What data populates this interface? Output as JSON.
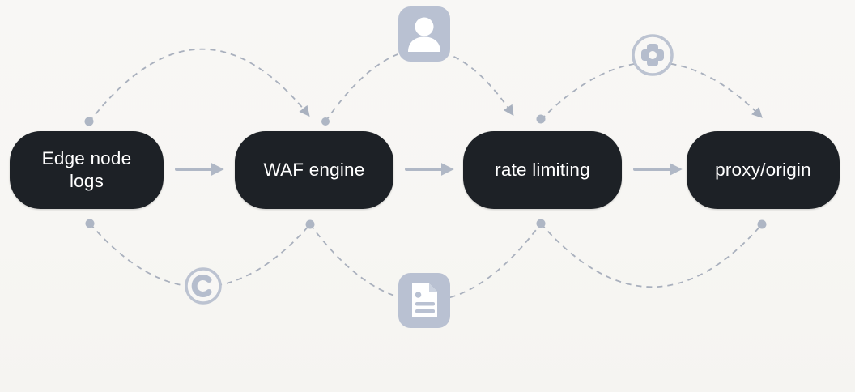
{
  "diagram": {
    "nodes": [
      {
        "id": "edge-node-logs",
        "label": "Edge node logs"
      },
      {
        "id": "waf-engine",
        "label": "WAF engine"
      },
      {
        "id": "rate-limiting",
        "label": "rate limiting"
      },
      {
        "id": "proxy-origin",
        "label": "proxy/origin"
      }
    ],
    "flow": [
      {
        "from": "Edge node logs",
        "to": "WAF engine",
        "type": "solid-arrow"
      },
      {
        "from": "WAF engine",
        "to": "rate limiting",
        "type": "solid-arrow"
      },
      {
        "from": "rate limiting",
        "to": "proxy/origin",
        "type": "solid-arrow"
      },
      {
        "from": "Edge node logs",
        "to": "WAF engine",
        "type": "dashed-arc-top"
      },
      {
        "from": "WAF engine",
        "to": "rate limiting",
        "type": "dashed-arc-top",
        "via_icon": "user-icon"
      },
      {
        "from": "rate limiting",
        "to": "proxy/origin",
        "type": "dashed-arc-top",
        "via_icon": "gear-icon"
      },
      {
        "from": "Edge node logs",
        "to": "WAF engine",
        "type": "dashed-arc-bottom",
        "via_icon": "refresh-icon"
      },
      {
        "from": "WAF engine",
        "to": "rate limiting",
        "type": "dashed-arc-bottom",
        "via_icon": "document-icon"
      },
      {
        "from": "rate limiting",
        "to": "proxy/origin",
        "type": "dashed-arc-bottom"
      }
    ],
    "icons": [
      {
        "name": "user-icon",
        "style": "rounded-square-badge"
      },
      {
        "name": "gear-icon",
        "style": "outlined-circle"
      },
      {
        "name": "refresh-icon",
        "style": "outlined-circle"
      },
      {
        "name": "document-icon",
        "style": "rounded-square-badge"
      }
    ],
    "colors": {
      "background": "#f7f6f3",
      "node_fill": "#1d2126",
      "node_text": "#ffffff",
      "solid_arrow": "#b0b8c6",
      "dashed_line": "#a9b0bd",
      "icon_fill": "#b9c1d2"
    }
  }
}
